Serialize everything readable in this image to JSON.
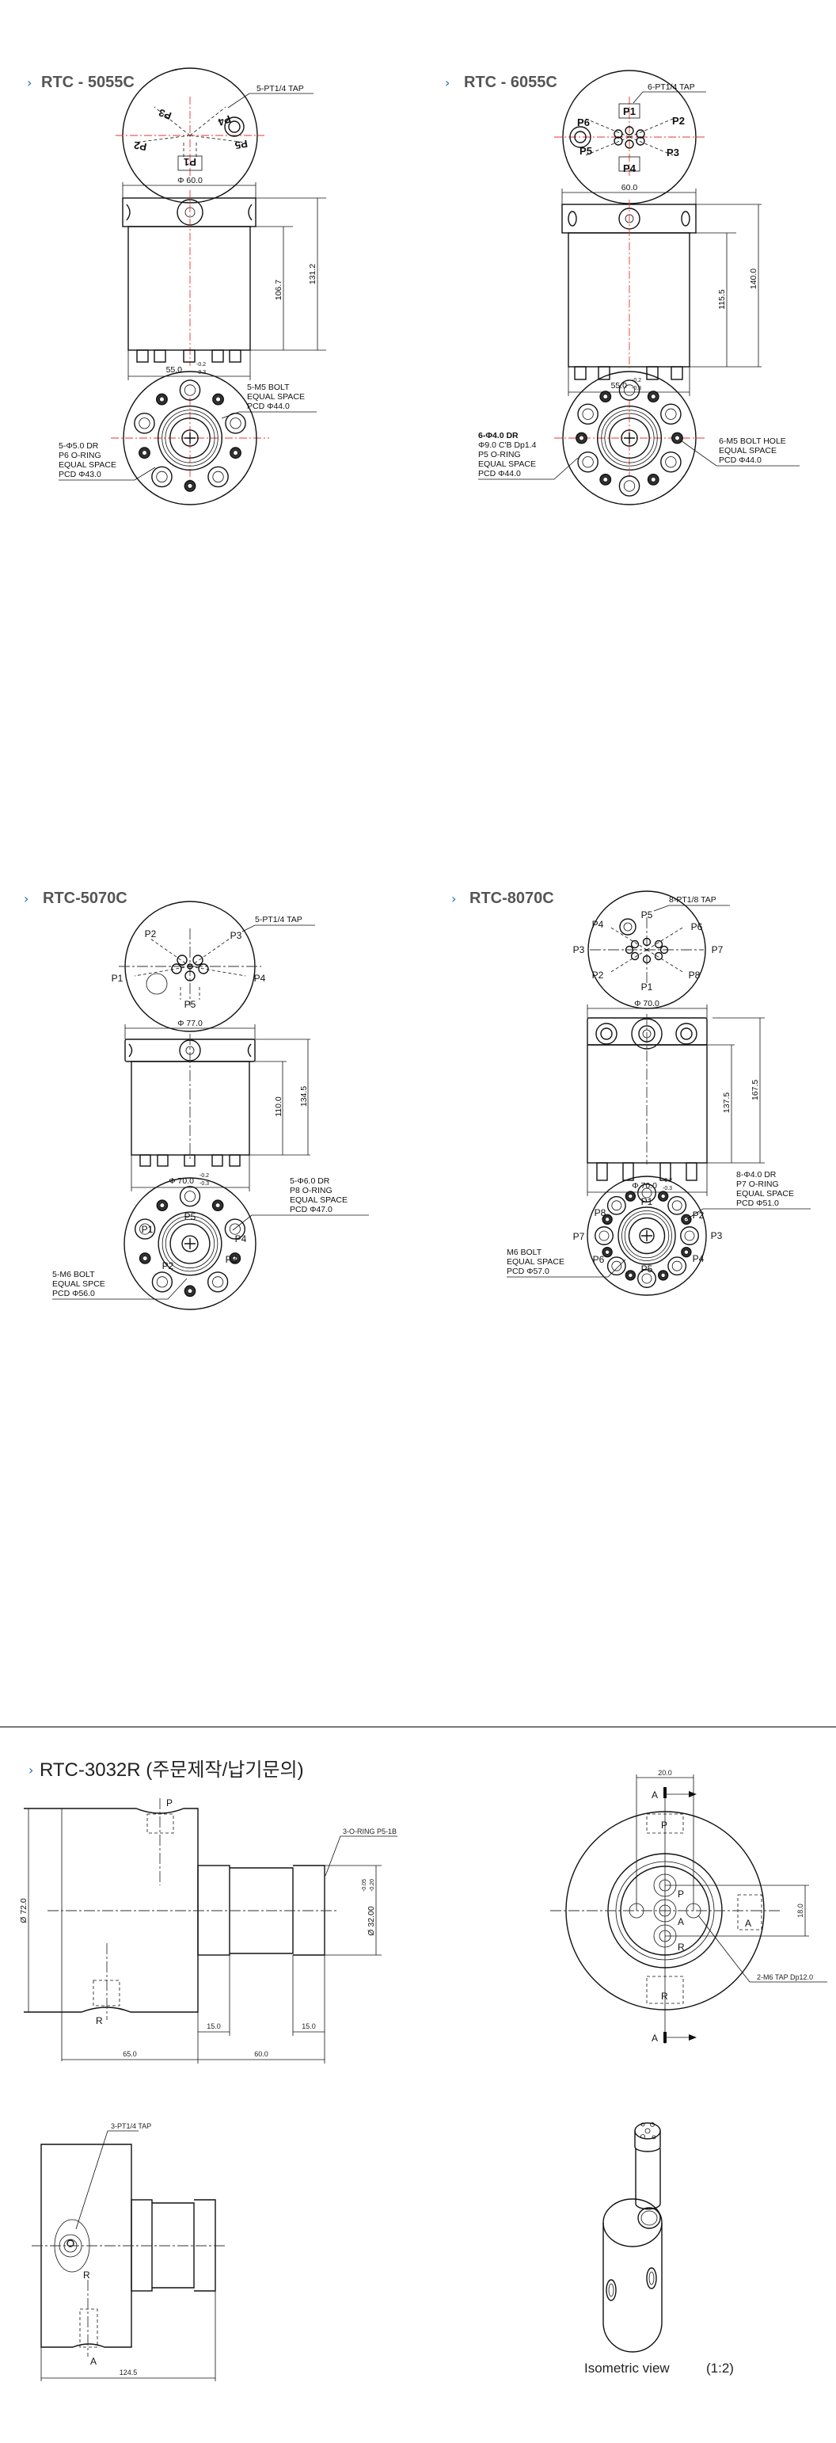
{
  "sections": [
    {
      "arrow": "›",
      "title": "RTC - 5055C",
      "tap": "5-PT1/4 TAP",
      "ports": [
        "P1",
        "P2",
        "P3",
        "P4",
        "P5"
      ],
      "dia_top": "Φ 60.0",
      "h_body": "106.7",
      "h_total": "131.2",
      "dia_bottom": "55.0",
      "tol_upper": "-0.2",
      "tol_lower": "-0.3",
      "note_a": [
        "5-M5 BOLT",
        "EQUAL SPACE",
        "PCD Φ44.0"
      ],
      "note_b": [
        "5-Φ5.0 DR",
        "P6 O-RING",
        "EQUAL SPACE",
        "PCD Φ43.0"
      ]
    },
    {
      "arrow": "›",
      "title": "RTC - 6055C",
      "tap": "6-PT1/4 TAP",
      "ports": [
        "P1",
        "P2",
        "P3",
        "P4",
        "P5",
        "P6"
      ],
      "dia_top": "60.0",
      "h_body": "115.5",
      "h_total": "140.0",
      "dia_bottom": "55.0",
      "tol_upper": "-0.2",
      "tol_lower": "-0.3",
      "note_a": [
        "6-Φ4.0 DR",
        "Φ9.0 C'B Dp1.4",
        "P5 O-RING",
        "EQUAL SPACE",
        "PCD Φ44.0"
      ],
      "note_b": [
        "6-M5 BOLT HOLE",
        "EQUAL SPACE",
        "PCD Φ44.0"
      ]
    },
    {
      "arrow": "›",
      "title": "RTC-5070C",
      "tap": "5-PT1/4 TAP",
      "ports": [
        "P1",
        "P2",
        "P3",
        "P4",
        "P5"
      ],
      "dia_top": "Φ 77.0",
      "h_body": "110.0",
      "h_total": "134.5",
      "dia_bottom": "Φ 70.0",
      "tol_upper": "-0.2",
      "tol_lower": "-0.3",
      "note_a": [
        "5-Φ6.0 DR",
        "P8 O-RING",
        "EQUAL SPACE",
        "PCD  Φ47.0"
      ],
      "note_b": [
        "5-M6 BOLT",
        "EQUAL SPCE",
        "PCD  Φ56.0"
      ]
    },
    {
      "arrow": "›",
      "title": "RTC-8070C",
      "tap": "8-PT1/8 TAP",
      "ports": [
        "P1",
        "P2",
        "P3",
        "P4",
        "P5",
        "P6",
        "P7",
        "P8"
      ],
      "dia_top": "Φ 70.0",
      "h_body": "137.5",
      "h_total": "167.5",
      "dia_bottom": "Φ 70.0",
      "tol_upper": "-0.2",
      "tol_lower": "-0.3",
      "note_a": [
        "8-Φ4.0 DR",
        "P7 O-RING",
        "EQUAL SPACE",
        "PCD Φ51.0"
      ],
      "note_b": [
        "M6 BOLT",
        "EQUAL SPACE",
        "PCD Φ57.0"
      ]
    }
  ],
  "rtc3032": {
    "arrow": "›",
    "title": "RTC-3032R (주문제작/납기문의)",
    "port_p": "P",
    "port_r": "R",
    "port_a": "A",
    "oring": "3-O-RING P5-1B",
    "dia_body": "Ø 72.0",
    "dia_shaft": "Ø 32.00",
    "shaft_tol_upper": "-0.05",
    "shaft_tol_lower": "-0.20",
    "len_left": "15.0",
    "len_right": "15.0",
    "len_body": "65.0",
    "len_shaft": "60.0",
    "side_width": "20.0",
    "section_mark": "A",
    "side_height": "18.0",
    "m6_tap": "2-M6 TAP Dp12.0",
    "pt_tap": "3-PT1/4 TAP",
    "len_total": "124.5",
    "iso_label": "Isometric view",
    "iso_scale": "(1:2)"
  }
}
